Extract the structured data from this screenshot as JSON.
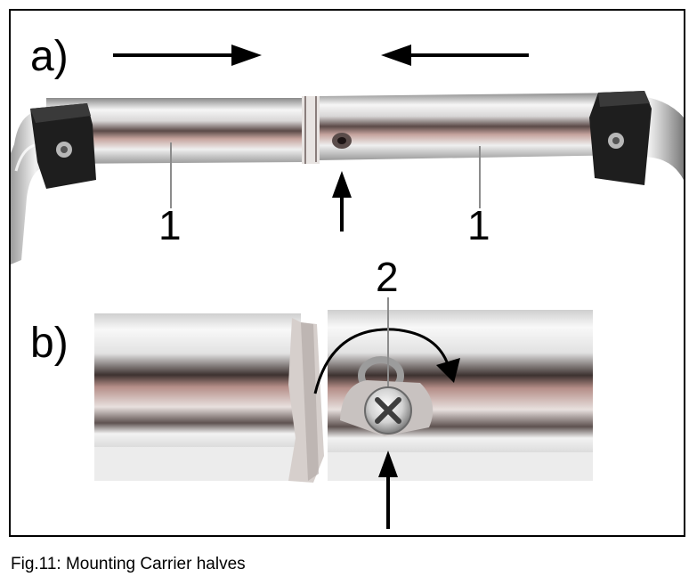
{
  "figure": {
    "panel_a_label": "a)",
    "panel_b_label": "b)",
    "callout_1": "1",
    "callout_2": "2",
    "caption": "Fig.11: Mounting Carrier halves"
  },
  "colors": {
    "chrome_highlight": "#f4f4f4",
    "chrome_shadow": "#4a3a38",
    "chrome_tint": "#c8a8a2",
    "rubber_block": "#1e1e1e",
    "background": "#ffffff"
  }
}
